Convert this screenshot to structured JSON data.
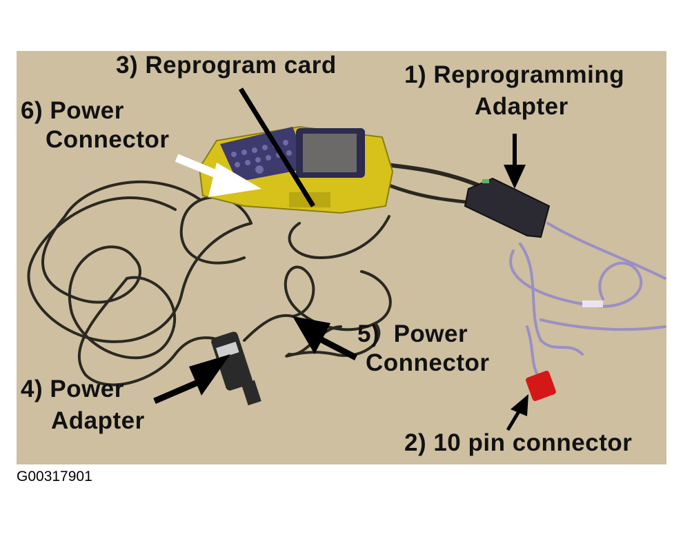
{
  "figure": {
    "id_text": "G00317901",
    "labels": {
      "l1_line1": "1) Reprogramming",
      "l1_line2": "Adapter",
      "l2": "2) 10 pin connector",
      "l3": "3) Reprogram card",
      "l4_line1": "4) Power",
      "l4_line2": "Adapter",
      "l5_line1": "5)  Power",
      "l5_line2": "Connector",
      "l6_line1": "6) Power",
      "l6_line2": "Connector"
    }
  },
  "colors": {
    "background": "#cfc2a4",
    "tool_body": "#d6c21a",
    "keypad": "#3d3a6e",
    "cable": "#2a2820",
    "lavender_cable": "#9a8fc4",
    "red_connector": "#d41818"
  }
}
